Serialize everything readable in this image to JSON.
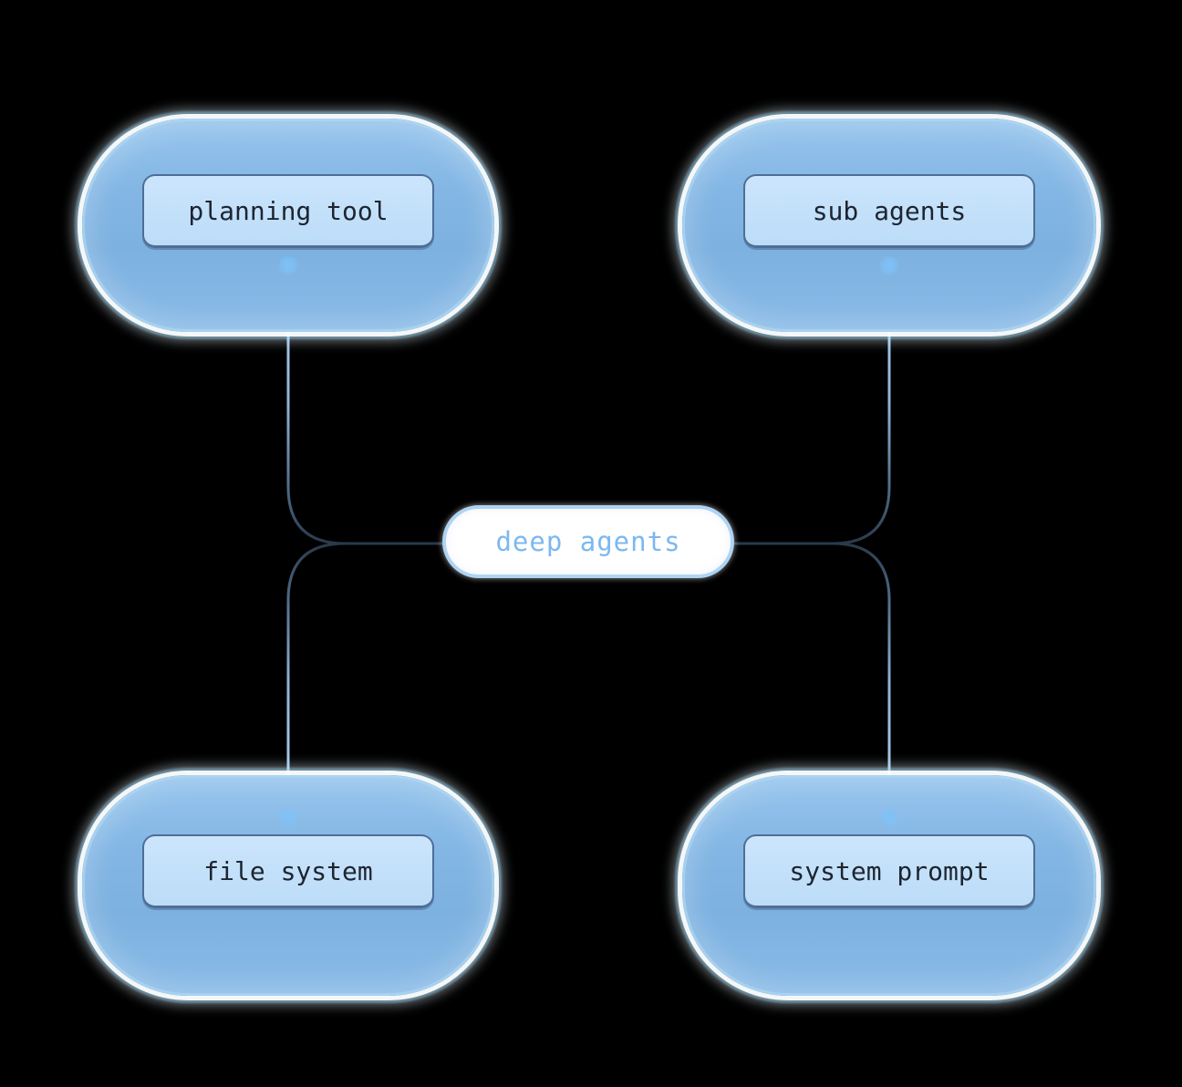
{
  "diagram": {
    "center": {
      "label": "deep agents"
    },
    "nodes": [
      {
        "id": "planning-tool",
        "label": "planning tool",
        "position": "top-left"
      },
      {
        "id": "sub-agents",
        "label": "sub agents",
        "position": "top-right"
      },
      {
        "id": "file-system",
        "label": "file system",
        "position": "bottom-left"
      },
      {
        "id": "system-prompt",
        "label": "system prompt",
        "position": "bottom-right"
      }
    ],
    "colors": {
      "background": "#000000",
      "blob_fill": "#83b6e4",
      "blob_fill_light": "#97c5ed",
      "label_box_fill": "#bcdcf8",
      "label_box_fill_light": "#cbe5fc",
      "label_box_border": "#4e6e96",
      "label_text": "#1d2530",
      "center_fill": "#ffffff",
      "center_border": "#aed3f3",
      "center_text": "#7cb8f0",
      "connector_light": "#a8cdf0",
      "connector_mid": "#8fb3d8",
      "connector_dim": "#4d6884",
      "connector_dark": "#263646",
      "port_dot": "#7ec2f8"
    }
  }
}
